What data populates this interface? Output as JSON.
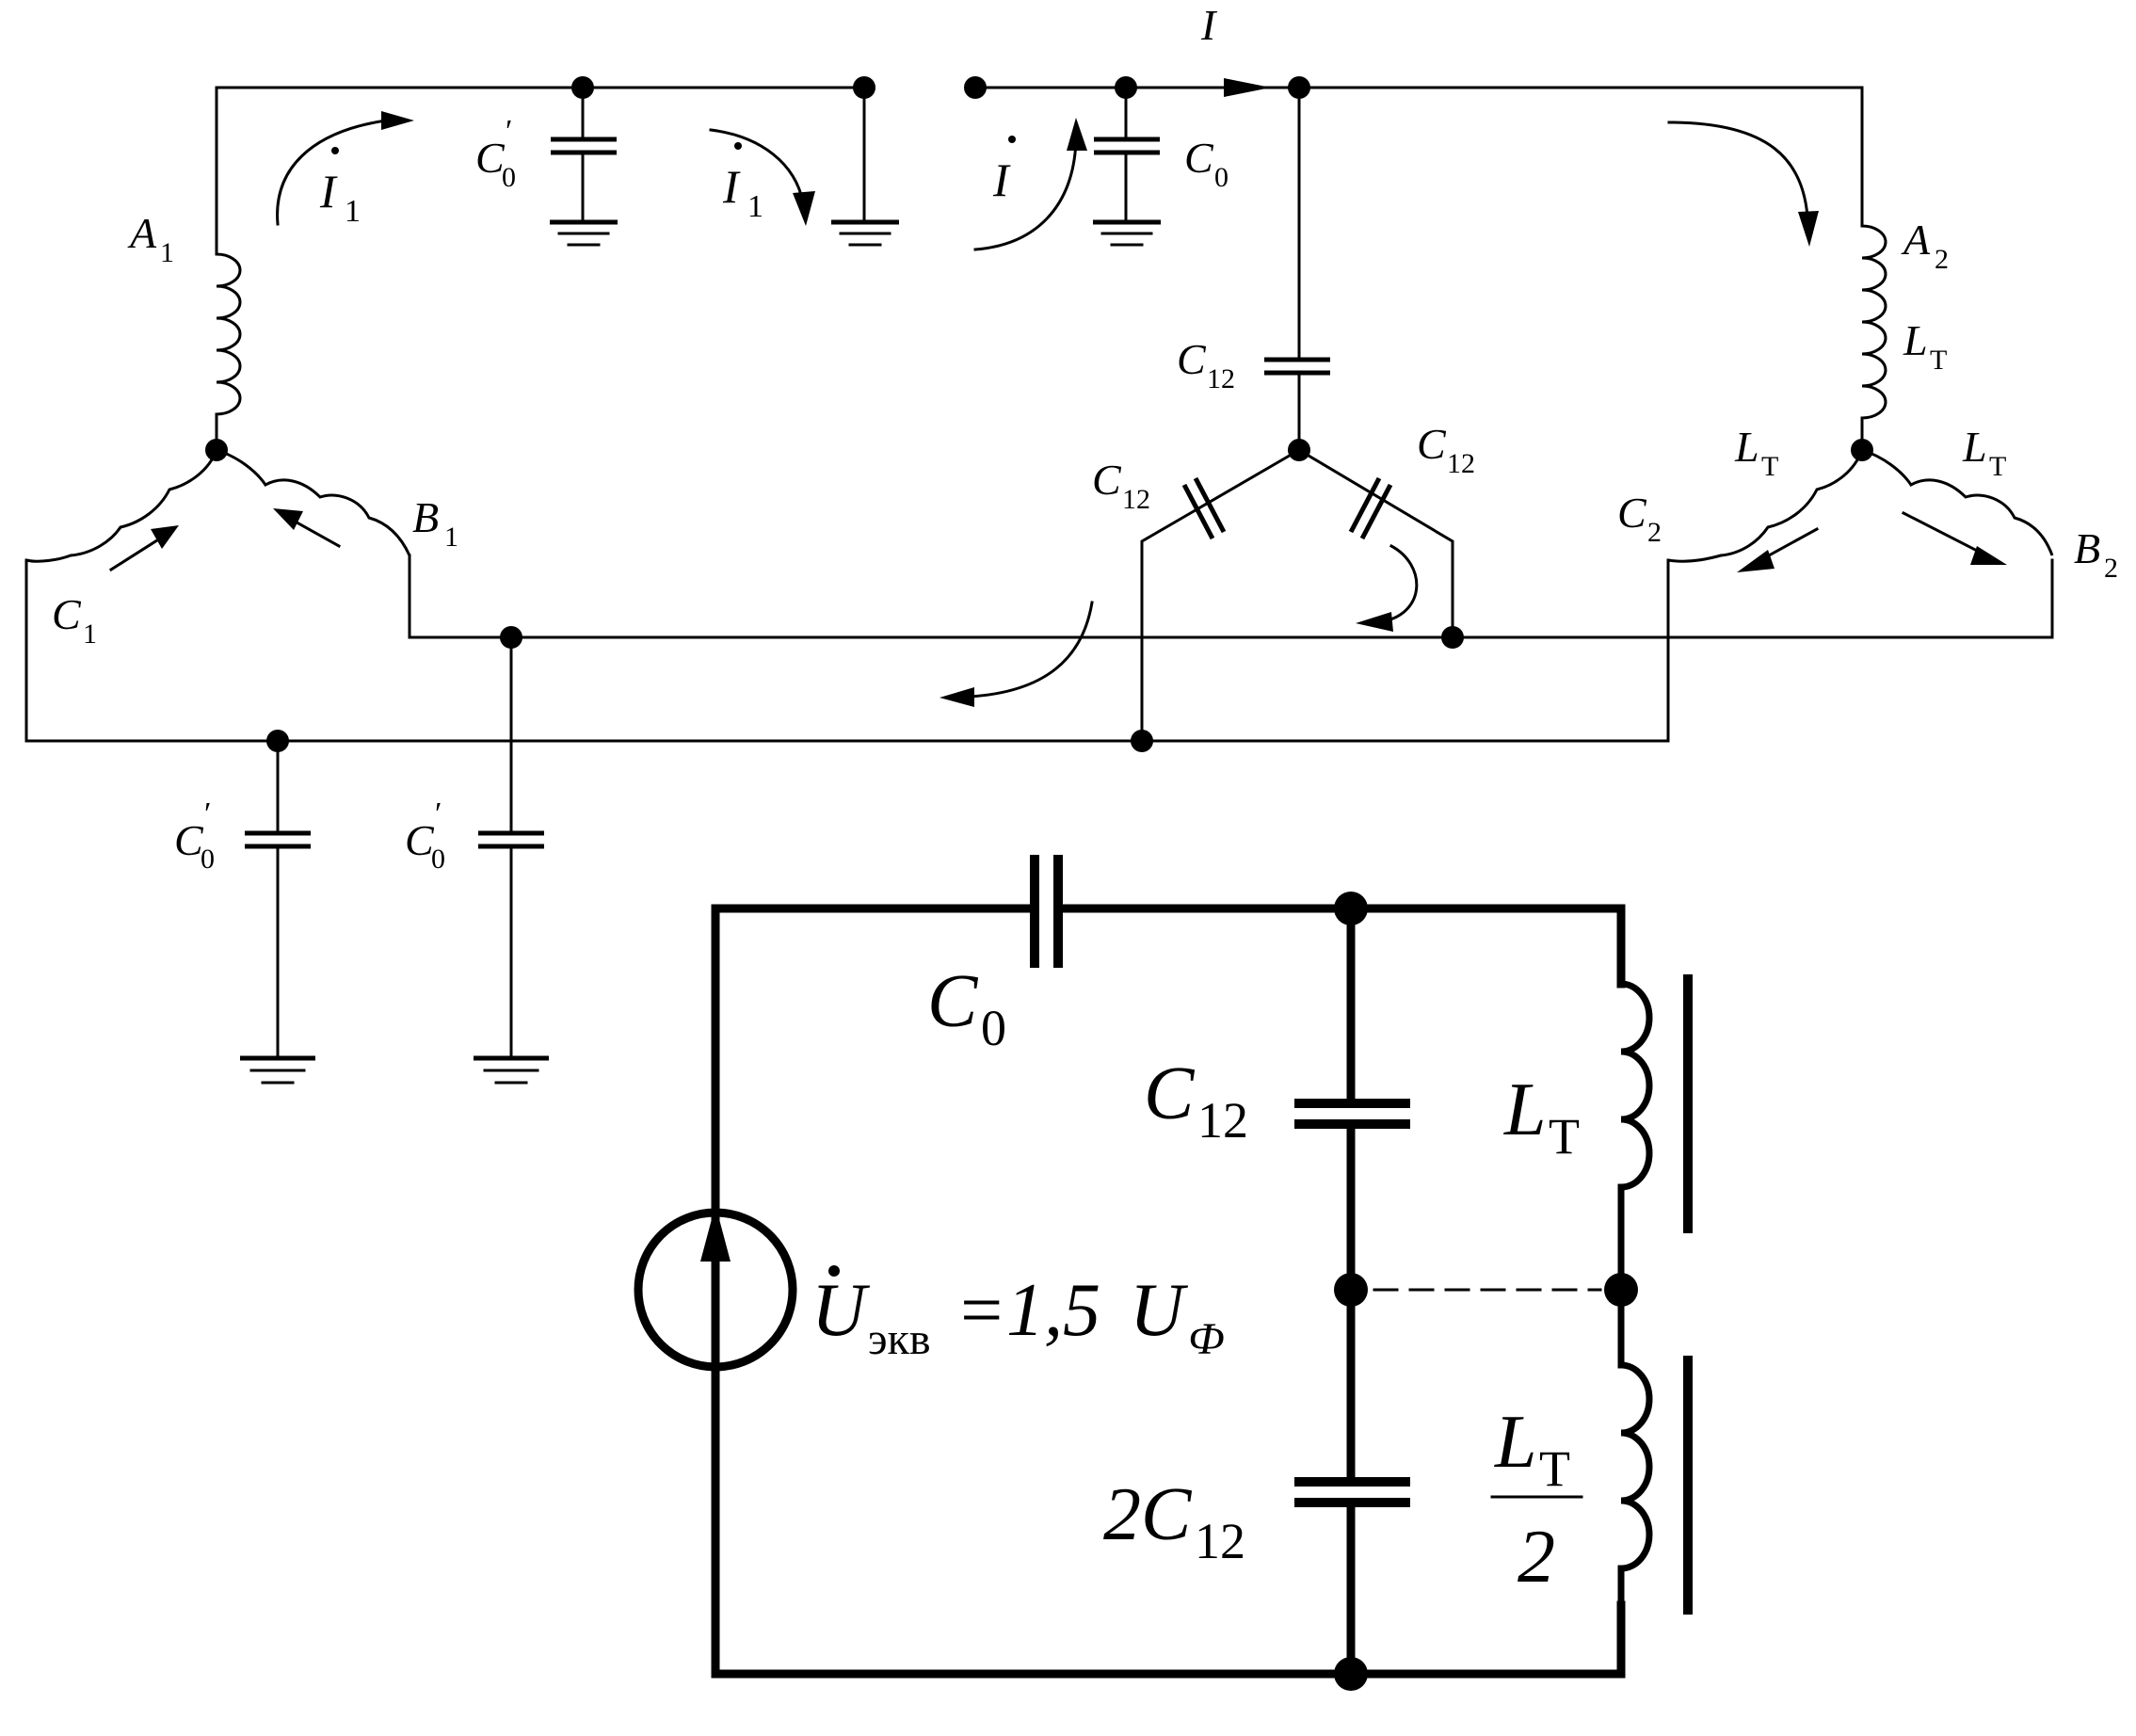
{
  "labels": {
    "current_i": "I",
    "i1": "I",
    "i1_sub": "1",
    "i1b": "I",
    "i1b_sub": "1",
    "i_dot": "I",
    "c0prime": "C",
    "c0prime_sup": "′",
    "c0prime_sub": "0",
    "c0": "C",
    "c0_sub": "0",
    "a1": "A",
    "a1_sub": "1",
    "b1": "B",
    "b1_sub": "1",
    "c1": "C",
    "c1_sub": "1",
    "a2": "A",
    "a2_sub": "2",
    "b2": "B",
    "b2_sub": "2",
    "c2": "C",
    "c2_sub": "2",
    "lt": "L",
    "lt_sub": "T",
    "c12": "C",
    "c12_sub": "12",
    "c0p_low": "C",
    "c0p_low_sup": "′",
    "c0p_low_sub": "0"
  },
  "equivalent": {
    "c0": "C",
    "c0_sub": "0",
    "c12": "C",
    "c12_sub": "12",
    "two_c12_coef": "2",
    "two_c12": "C",
    "two_c12_sub": "12",
    "lt": "L",
    "lt_sub": "T",
    "lt_half_num": "L",
    "lt_half_num_sub": "T",
    "lt_half_den": "2",
    "source_u": "U",
    "source_u_sub": "экв",
    "source_eq": "=1,5",
    "source_uf": "U",
    "source_uf_sub": "Ф"
  }
}
